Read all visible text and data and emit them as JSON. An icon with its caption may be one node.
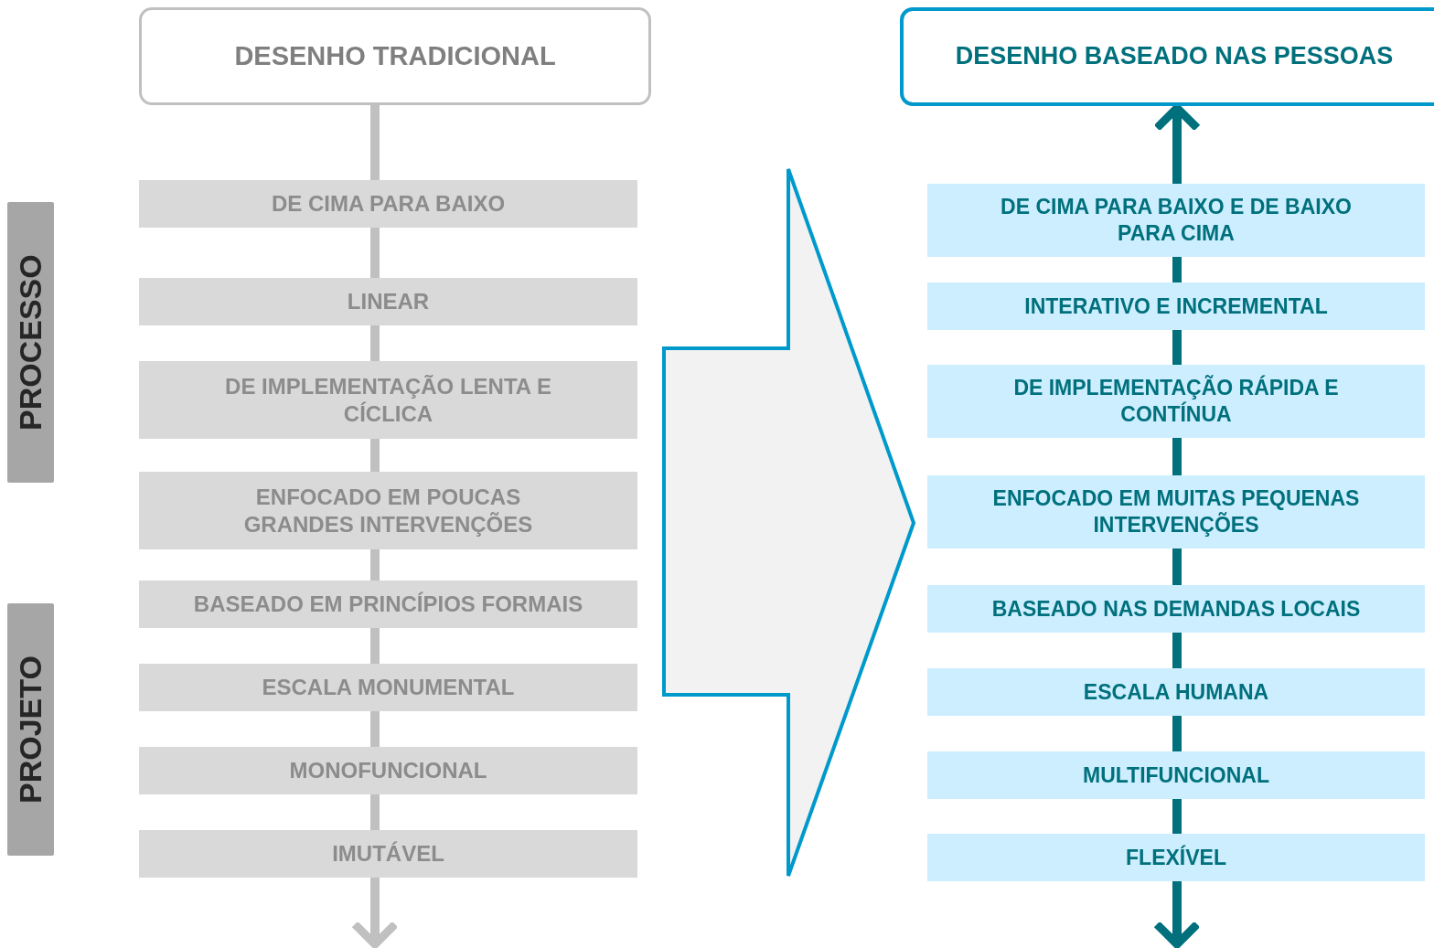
{
  "diagram": {
    "nodes": [
      {
        "text": [
          "DESENHO TRADICIONAL"
        ]
      },
      {
        "text": [
          "DE CIMA PARA BAIXO"
        ]
      },
      {
        "text": [
          "LINEAR"
        ]
      },
      {
        "text": [
          "DE IMPLEMENTAÇÃO LENTA E CÍCLICA"
        ]
      },
      {
        "text": [
          "ENFOCADO EM POUCAS GRANDES INTERVENÇÕES"
        ]
      },
      {
        "text": [
          "BASEADO EM PRINCÍPIOS FORMAIS"
        ]
      },
      {
        "text": [
          "ESCALA MONUMENTAL"
        ]
      },
      {
        "text": [
          "MONOFUNCIONAL"
        ]
      },
      {
        "text": [
          "IMUTÁVEL"
        ]
      },
      {
        "text": [
          "DESENHO BASEADO NAS PESSOAS"
        ]
      },
      {
        "text": [
          "DE CIMA PARA BAIXO E DE BAIXO PARA CIMA"
        ]
      },
      {
        "text": [
          "INTERATIVO E INCREMENTAL"
        ]
      },
      {
        "text": [
          "DE IMPLEMENTAÇÃO RÁPIDA E CONTÍNUA"
        ]
      },
      {
        "text": [
          "ENFOCADO EM MUITAS PEQUENAS INTERVENÇÕES"
        ]
      },
      {
        "text": [
          "BASEADO NAS DEMANDAS LOCAIS"
        ]
      },
      {
        "text": [
          "ESCALA HUMANA"
        ]
      },
      {
        "text": [
          "MULTIFUNCIONAL"
        ]
      },
      {
        "text": [
          "FLEXÍVEL"
        ]
      },
      {
        "text": [
          "PROCESSO"
        ]
      },
      {
        "text": [
          "PROJETO"
        ]
      }
    ],
    "edges": [
      {
        "from": 0,
        "to": 1,
        "arrow": "none",
        "color": "#c0c0c0"
      },
      {
        "from": 1,
        "to": 2,
        "arrow": "none",
        "color": "#c0c0c0"
      },
      {
        "from": 2,
        "to": 3,
        "arrow": "none",
        "color": "#c0c0c0"
      },
      {
        "from": 3,
        "to": 4,
        "arrow": "none",
        "color": "#c0c0c0"
      },
      {
        "from": 4,
        "to": 5,
        "arrow": "none",
        "color": "#c0c0c0"
      },
      {
        "from": 5,
        "to": 6,
        "arrow": "none",
        "color": "#c0c0c0"
      },
      {
        "from": 6,
        "to": 7,
        "arrow": "none",
        "color": "#c0c0c0"
      },
      {
        "from": 7,
        "to": 8,
        "arrow": "none",
        "color": "#c0c0c0"
      },
      {
        "from": 8,
        "to": null,
        "arrow": "to",
        "color": "#c0c0c0"
      },
      {
        "from": 10,
        "to": 9,
        "arrow": "to",
        "color": "#00707c"
      },
      {
        "from": 10,
        "to": 11,
        "arrow": "none",
        "color": "#00707c"
      },
      {
        "from": 11,
        "to": 12,
        "arrow": "none",
        "color": "#00707c"
      },
      {
        "from": 12,
        "to": 13,
        "arrow": "none",
        "color": "#00707c"
      },
      {
        "from": 13,
        "to": 14,
        "arrow": "none",
        "color": "#00707c"
      },
      {
        "from": 14,
        "to": 15,
        "arrow": "none",
        "color": "#00707c"
      },
      {
        "from": 15,
        "to": 16,
        "arrow": "none",
        "color": "#00707c"
      },
      {
        "from": 16,
        "to": 17,
        "arrow": "none",
        "color": "#00707c"
      },
      {
        "from": 17,
        "to": null,
        "arrow": "to",
        "color": "#00707c"
      },
      {
        "from": 4,
        "to": 13,
        "arrow": "to",
        "color": "#0099cc"
      }
    ]
  }
}
